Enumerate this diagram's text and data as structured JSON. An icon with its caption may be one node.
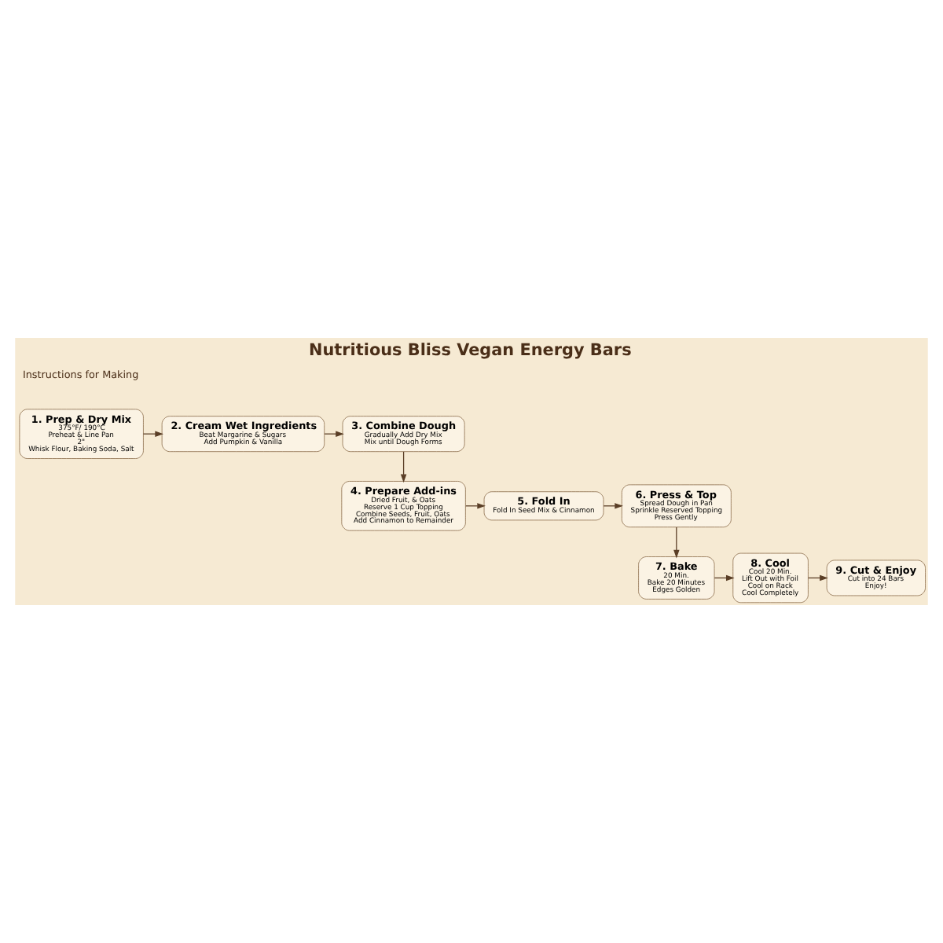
{
  "diagram": {
    "title": "Nutritious Bliss Vegan Energy Bars",
    "nodes": [
      {
        "text": [
          "1. Prep & Dry Mix",
          "375°F/ 190°C",
          "Preheat & Line Pan",
          "2\"",
          "Whisk Flour, Baking Soda, Salt"
        ]
      },
      {
        "text": [
          "2. Cream Wet Ingredients",
          "Beat Margarine & Sugars",
          "Add Pumpkin & Vanilla"
        ]
      },
      {
        "text": [
          "3. Combine Dough",
          "Gradually Add Dry Mix",
          "Mix until Dough Forms"
        ]
      },
      {
        "text": [
          "4. Prepare Add-ins",
          "Dried Fruit, & Oats",
          "Reserve 1 Cup Topping",
          "Combine Seeds, Fruit, Oats",
          "Add Cinnamon to Remainder"
        ]
      },
      {
        "text": [
          "5. Fold In",
          "Fold In Seed Mix & Cinnamon"
        ]
      },
      {
        "text": [
          "6. Press & Top",
          "Spread Dough in Pan",
          "Sprinkle Reserved Topping",
          "Press Gently"
        ]
      },
      {
        "text": [
          "7. Bake",
          "20 Min.",
          "Bake 20 Minutes",
          "Edges Golden"
        ]
      },
      {
        "text": [
          "8. Cool",
          "Cool 20 Min.",
          "Lift Out with Foil",
          "Cool on Rack",
          "Cool Completely"
        ]
      },
      {
        "text": [
          "9. Cut & Enjoy",
          "Cut into 24 Bars",
          "Enjoy!"
        ]
      }
    ],
    "edges": [
      {
        "from": 0,
        "to": 1,
        "arrow": "to"
      },
      {
        "from": 1,
        "to": 2,
        "arrow": "to"
      },
      {
        "from": 2,
        "to": 3,
        "arrow": "to"
      },
      {
        "from": 3,
        "to": 4,
        "arrow": "to"
      },
      {
        "from": 4,
        "to": 5,
        "arrow": "to"
      },
      {
        "from": 5,
        "to": 6,
        "arrow": "to"
      },
      {
        "from": 6,
        "to": 7,
        "arrow": "to"
      },
      {
        "from": 7,
        "to": 8,
        "arrow": "to"
      }
    ],
    "labels": [
      "Instructions for Making"
    ]
  }
}
